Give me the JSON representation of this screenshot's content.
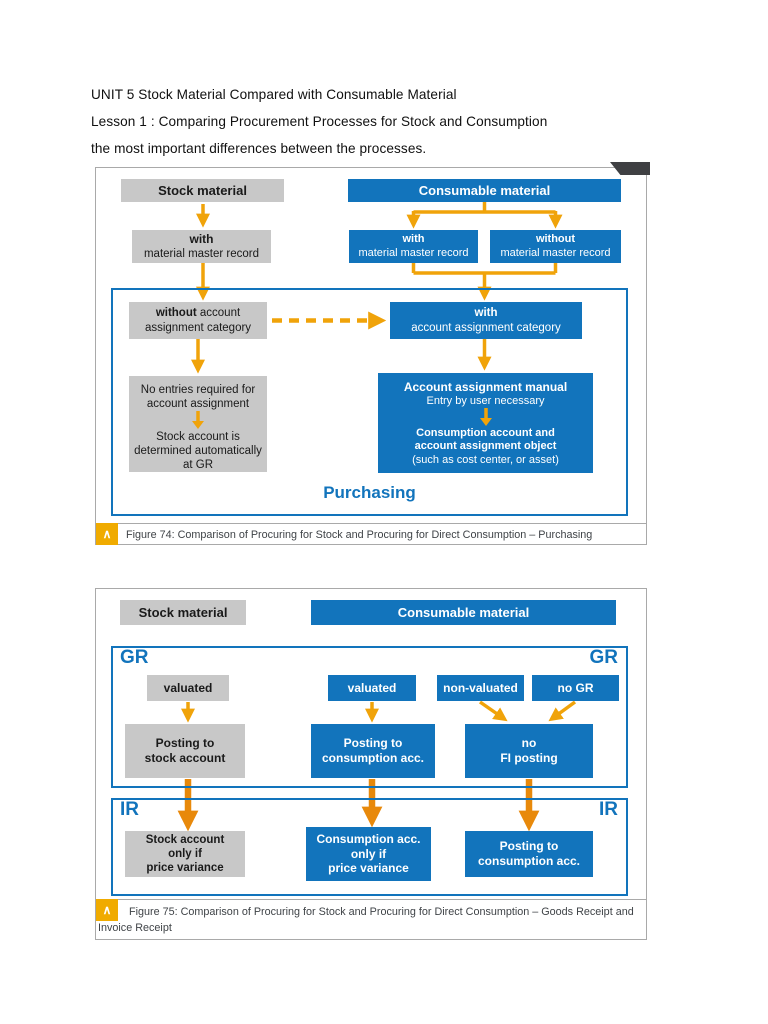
{
  "page": {
    "heading1": "UNIT 5 Stock Material Compared with Consumable Material",
    "heading2": "Lesson 1 : Comparing Procurement Processes for Stock and Consumption",
    "heading3": "the most important differences between the processes."
  },
  "colors": {
    "blue": "#1274bc",
    "gray_box": "#c8c8c8",
    "arrow_gold": "#f0a30a",
    "arrow_orange": "#e8890b",
    "chevron_amber": "#f0ab00",
    "caption_text": "#3f4347",
    "corner_tab": "#3f4043"
  },
  "figure74": {
    "stock_header": "Stock material",
    "consumable_header": "Consumable material",
    "with_mmr": {
      "head": "with",
      "body": "material master record"
    },
    "with_mmr_consumable": {
      "head": "with",
      "body": "material master record"
    },
    "without_mmr_consumable": {
      "head": "without",
      "body": "material master record"
    },
    "without_aac": {
      "bold": "without",
      "rest": " account",
      "line2": "assignment category"
    },
    "with_aac": {
      "head": "with",
      "body": "account assignment category"
    },
    "no_entries": {
      "line1": "No entries required for",
      "line2": "account assignment"
    },
    "stock_auto": {
      "line1": "Stock account is",
      "line2": "determined automatically",
      "line3": "at GR"
    },
    "aam": {
      "title": "Account assignment manual",
      "subtitle": "Entry by user necessary"
    },
    "consumption": {
      "line1": "Consumption account and",
      "line2": "account assignment object",
      "line3": "(such as cost center, or asset)"
    },
    "zone_label": "Purchasing",
    "caption": "Figure 74: Comparison of Procuring for Stock and Procuring for Direct Consumption – Purchasing",
    "chevron": "∧"
  },
  "figure75": {
    "stock_header": "Stock material",
    "consumable_header": "Consumable material",
    "gr_label_left": "GR",
    "gr_label_right": "GR",
    "ir_label_left": "IR",
    "ir_label_right": "IR",
    "valuated_stock": "valuated",
    "valuated_consumable": "valuated",
    "non_valuated": "non-valuated",
    "no_gr": "no GR",
    "posting_stock": {
      "line1": "Posting to",
      "line2": "stock account"
    },
    "posting_consumption": {
      "line1": "Posting to",
      "line2": "consumption acc."
    },
    "no_fi": {
      "line1": "no",
      "line2": "FI posting"
    },
    "stock_if_variance": {
      "line1": "Stock account",
      "line2": "only if",
      "line3": "price variance"
    },
    "consumption_if_variance": {
      "line1": "Consumption acc.",
      "line2": "only if",
      "line3": "price variance"
    },
    "posting_consumption_ir": {
      "line1": "Posting to",
      "line2": "consumption acc."
    },
    "caption_line1": "Figure 75: Comparison of Procuring for Stock and Procuring for Direct Consumption – Goods Receipt and",
    "caption_line2": "Invoice Receipt",
    "chevron": "∧"
  }
}
